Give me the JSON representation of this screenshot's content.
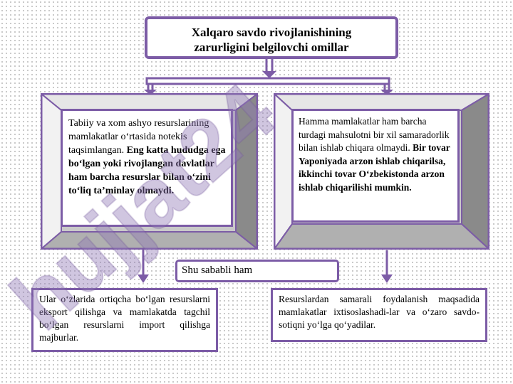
{
  "title": {
    "line1": "Xalqaro savdo rivojlanishining",
    "line2": "zarurligini belgilovchi omillar"
  },
  "left_box": {
    "text_normal": "Tabiiy va xom ashyo resurslarining mamlakatlar o‘rtasida notekis taqsimlangan.",
    "text_bold": "Eng katta hududga ega bo‘lgan yoki rivojlangan davlatlar ham barcha resurslar bilan o‘zini to‘liq ta’minlay olmaydi."
  },
  "right_box": {
    "text_normal": "Hamma mamlakatlar ham barcha turdagi mahsulotni bir xil samaradorlik bilan ishlab chiqara olmaydi.",
    "text_bold": "Bir tovar Yaponiyada arzon ishlab chiqarilsa, ikkinchi tovar O‘zbekistonda arzon ishlab chiqarilishi mumkin."
  },
  "middle_box": {
    "text": "Shu sababli ham"
  },
  "bottom_left": {
    "text": "Ular o‘zlarida ortiqcha bo‘lgan resurslarni eksport qilishga va mamlakatda tagchil bo‘lgan resurslarni import qilishga majburlar."
  },
  "bottom_right": {
    "text": "Resurslardan samarali foydalanish maqsadida mamlakatlar ixtisoslashadi-lar va o‘zaro savdo-sotiqni yo‘lga qo‘yadilar."
  },
  "watermark": {
    "text": "hujjat24"
  },
  "colors": {
    "accent": "#7c5ca6",
    "bevel": "#bdbdbd",
    "arrow": "#7c5ca6"
  }
}
